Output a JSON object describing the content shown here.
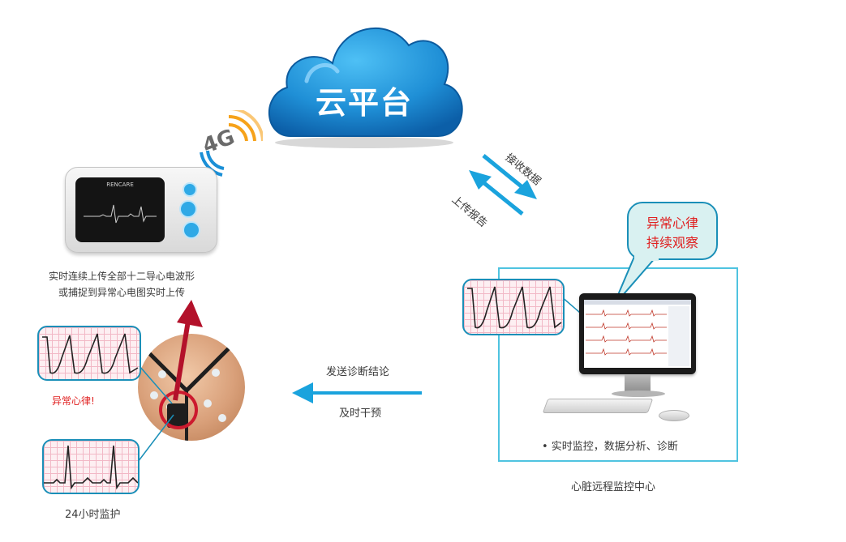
{
  "cloud": {
    "label": "云平台"
  },
  "signal": {
    "label": "4G"
  },
  "device": {
    "brand": "RENCARE"
  },
  "device_caption": {
    "line1": "实时连续上传全部十二导心电波形",
    "line2": "或捕捉到异常心电图实时上传"
  },
  "arrows": {
    "receive": "接收数据",
    "upload": "上传报告",
    "send": "发送诊断结论",
    "intervene": "及时干预"
  },
  "alert": {
    "abnormal": "异常心律!"
  },
  "monitor_label": "24小时监护",
  "bubble": {
    "line1": "异常心律",
    "line2": "持续观察"
  },
  "center": {
    "bullet": "• 实时监控，数据分析、诊断",
    "title": "心脏远程监控中心"
  },
  "colors": {
    "cloud": "#1f8fd6",
    "arrow": "#1aa3dd",
    "frame": "#4fc3e0",
    "alert": "#e02020",
    "bubble_fill": "#d9f1f1"
  }
}
